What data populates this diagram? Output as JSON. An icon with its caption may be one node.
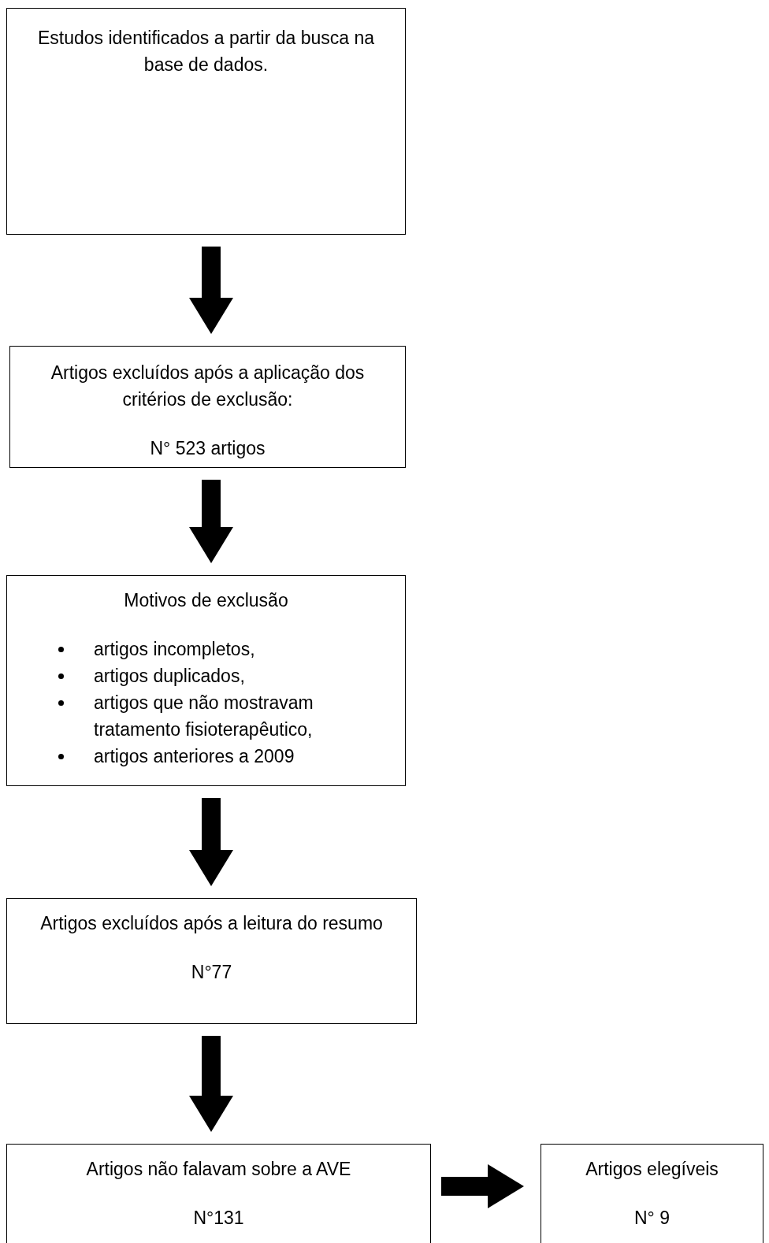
{
  "diagram": {
    "nodes": [
      {
        "text": [
          "Estudos identificados a partir da busca na base de dados."
        ]
      },
      {
        "text": [
          "Artigos excluídos após a aplicação dos critérios de exclusão:",
          "N° 523 artigos"
        ]
      },
      {
        "text": [
          "Motivos de exclusão",
          "artigos incompletos,",
          "artigos duplicados,",
          "artigos que não mostravam tratamento fisioterapêutico,",
          "artigos anteriores a 2009"
        ]
      },
      {
        "text": [
          "Artigos excluídos após a leitura do resumo",
          "N°77"
        ]
      },
      {
        "text": [
          "Artigos não falavam sobre a AVE",
          "N°131"
        ]
      },
      {
        "text": [
          "Artigos elegíveis",
          "N° 9"
        ]
      }
    ],
    "edges": [
      {
        "from": 0,
        "to": 1,
        "arrow": "to"
      },
      {
        "from": 1,
        "to": 2,
        "arrow": "to"
      },
      {
        "from": 2,
        "to": 3,
        "arrow": "to"
      },
      {
        "from": 3,
        "to": 4,
        "arrow": "to"
      },
      {
        "from": 4,
        "to": 5,
        "arrow": "to"
      }
    ]
  }
}
